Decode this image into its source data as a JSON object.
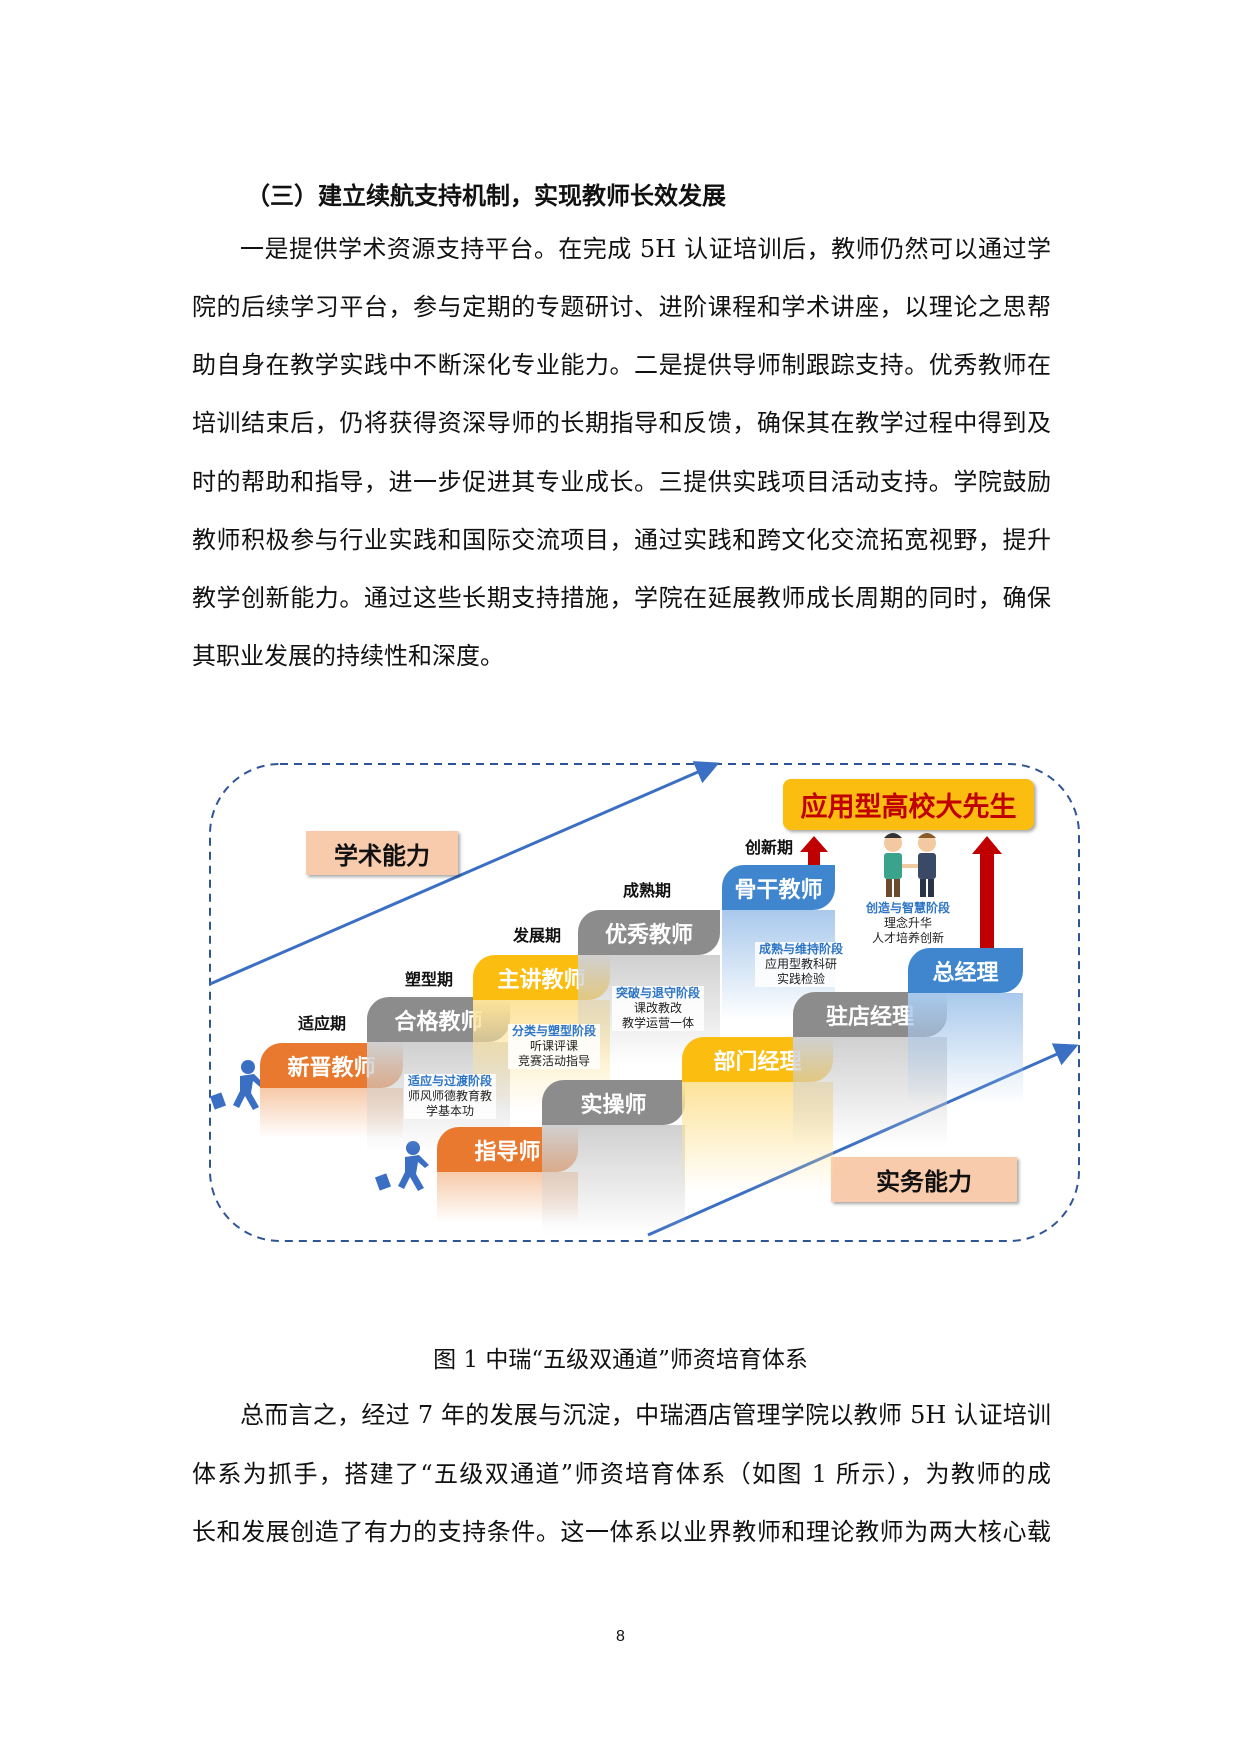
{
  "section_title": "（三）建立续航支持机制，实现教师长效发展",
  "paragraph1": [
    "一是提供学术资源支持平台。在完成 5H 认证培训后，教师仍然可以通过学",
    "院的后续学习平台，参与定期的专题研讨、进阶课程和学术讲座，以理论之思帮",
    "助自身在教学实践中不断深化专业能力。二是提供导师制跟踪支持。优秀教师在",
    "培训结束后，仍将获得资深导师的长期指导和反馈，确保其在教学过程中得到及",
    "时的帮助和指导，进一步促进其专业成长。三提供实践项目活动支持。学院鼓励",
    "教师积极参与行业实践和国际交流项目，通过实践和跨文化交流拓宽视野，提升",
    "教学创新能力。通过这些长期支持措施，学院在延展教师成长周期的同时，确保"
  ],
  "paragraph1_last": "其职业发展的持续性和深度。",
  "figure": {
    "academic_label": "学术能力",
    "practice_label": "实务能力",
    "goal_label": "应用型高校大先生",
    "periods": [
      "适应期",
      "塑型期",
      "发展期",
      "成熟期",
      "创新期"
    ],
    "academic_track": [
      "新晋教师",
      "合格教师",
      "主讲教师",
      "优秀教师",
      "骨干教师"
    ],
    "practice_track": [
      "指导师",
      "实操师",
      "部门经理",
      "驻店经理",
      "总经理"
    ],
    "stages": [
      {
        "title": "适应与过渡阶段",
        "lines": [
          "师风师德教育教",
          "学基本功"
        ]
      },
      {
        "title": "分类与塑型阶段",
        "lines": [
          "听课评课",
          "竞赛活动指导"
        ]
      },
      {
        "title": "突破与退守阶段",
        "lines": [
          "课改教改",
          "教学运营一体"
        ]
      },
      {
        "title": "成熟与维持阶段",
        "lines": [
          "应用型教科研",
          "实践检验"
        ]
      },
      {
        "title": "创造与智慧阶段",
        "lines": [
          "理念升华",
          "人才培养创新"
        ]
      }
    ],
    "colors": {
      "orange": "#e8792f",
      "gray": "#8c8c8c",
      "yellow": "#fbbd10",
      "blue": "#3f86cf",
      "red": "#c00000",
      "arrow": "#3a6fc4"
    }
  },
  "caption": "图 1  中瑞“五级双通道”师资培育体系",
  "paragraph2": [
    "总而言之，经过 7 年的发展与沉淀，中瑞酒店管理学院以教师 5H 认证培训",
    "体系为抓手，搭建了“五级双通道”师资培育体系（如图 1 所示），为教师的成",
    "长和发展创造了有力的支持条件。这一体系以业界教师和理论教师为两大核心载"
  ],
  "page_number": "8"
}
